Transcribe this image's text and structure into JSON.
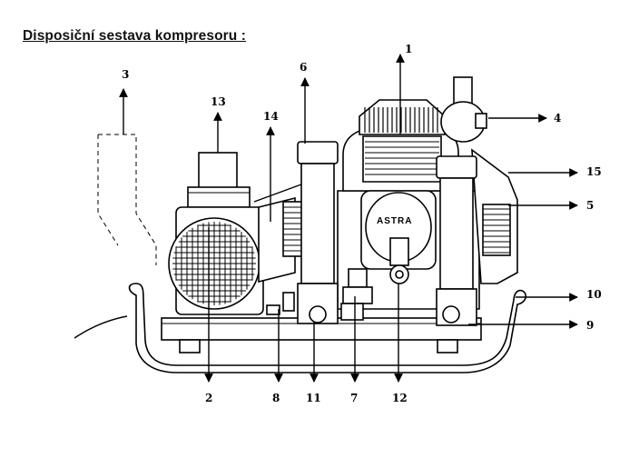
{
  "title": "Disposiční sestava kompresoru :",
  "plate_text": "ASTRA",
  "callouts": [
    "1",
    "2",
    "3",
    "4",
    "5",
    "6",
    "7",
    "8",
    "9",
    "10",
    "11",
    "12",
    "13",
    "14",
    "15"
  ],
  "colors": {
    "line": "#000000",
    "background": "#ffffff"
  }
}
